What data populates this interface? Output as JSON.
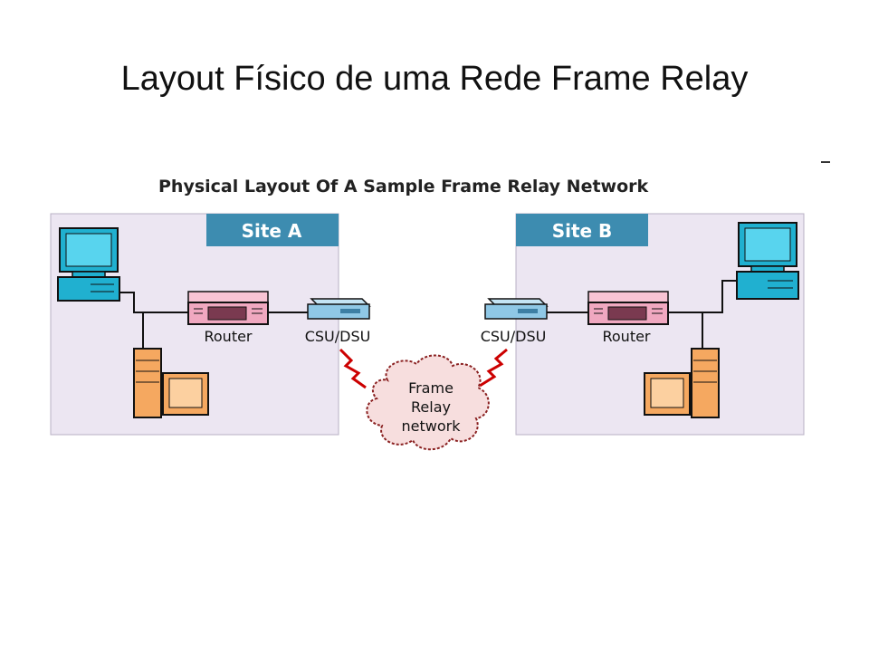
{
  "slide": {
    "title": "Layout Físico de uma Rede Frame Relay"
  },
  "diagram": {
    "title": "Physical Layout Of A Sample Frame Relay Network",
    "site_a": {
      "label": "Site A",
      "router_label": "Router",
      "csu_label": "CSU/DSU"
    },
    "site_b": {
      "label": "Site B",
      "router_label": "Router",
      "csu_label": "CSU/DSU"
    },
    "cloud": {
      "line1": "Frame",
      "line2": "Relay",
      "line3": "network"
    },
    "colors": {
      "site_panel": "#ece6f2",
      "site_tab": "#3d8cb0",
      "router": "#f0a8c0",
      "csu": "#8fc8e6",
      "workstation": "#20b0d0",
      "tower": "#f5a860",
      "cloud": "#f7dede",
      "link": "#cc0000"
    }
  }
}
